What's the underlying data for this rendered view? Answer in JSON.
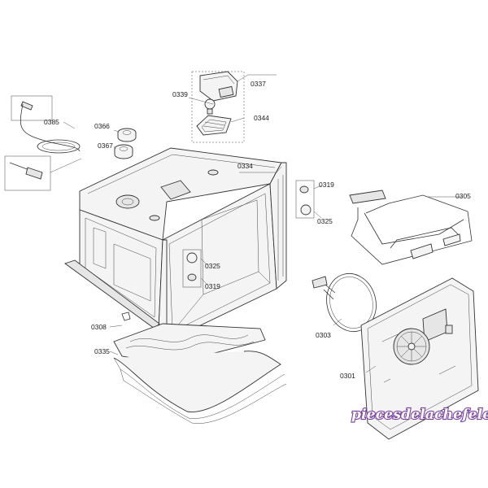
{
  "labels": {
    "p0337": "0337",
    "p0339": "0339",
    "p0344": "0344",
    "p0385": "0385",
    "p0366": "0366",
    "p0367": "0367",
    "p0334": "0334",
    "p0319a": "0319",
    "p0325a": "0325",
    "p0305": "0305",
    "p0325b": "0325",
    "p0319b": "0319",
    "p0303": "0303",
    "p0308": "0308",
    "p0335": "0335",
    "p0301": "0301"
  },
  "watermark": "piecesdelachefelec.com",
  "colors": {
    "line": "#333333",
    "watermark_stroke": "#7a3fa0",
    "background": "#ffffff"
  }
}
